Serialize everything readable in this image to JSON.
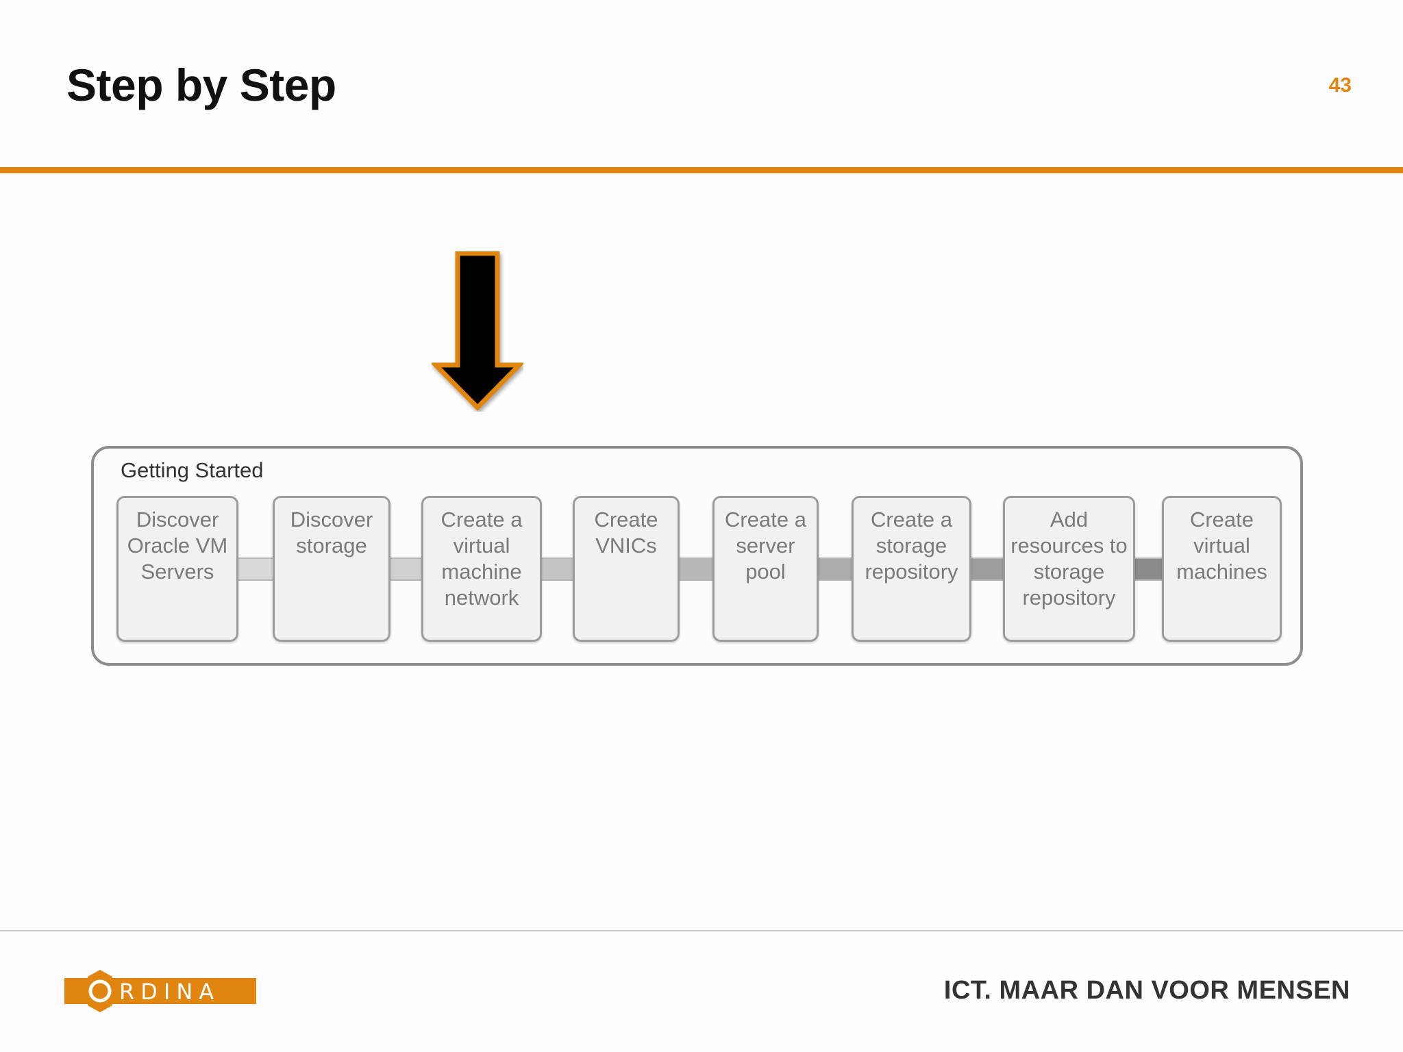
{
  "slide": {
    "title": "Step by Step",
    "page_number": "43"
  },
  "panel": {
    "title": "Getting Started",
    "steps": [
      {
        "label": "Discover\nOracle VM\nServers"
      },
      {
        "label": "Discover\nstorage"
      },
      {
        "label": "Create a\nvirtual\nmachine\nnetwork"
      },
      {
        "label": "Create\nVNICs"
      },
      {
        "label": "Create a\nserver\npool"
      },
      {
        "label": "Create a\nstorage\nrepository"
      },
      {
        "label": "Add\nresources to\nstorage\nrepository"
      },
      {
        "label": "Create\nvirtual\nmachines"
      }
    ],
    "highlighted_step": "Create a\nvirtual\nmachine\nnetwork"
  },
  "footer": {
    "logo_text": "ORDINA",
    "tagline": "ICT. MAAR DAN VOOR MENSEN"
  },
  "colors": {
    "accent": "#e08510",
    "arrow_fill": "#000000",
    "connector_gradient": [
      "#d9d9d9",
      "#d0d0d0",
      "#c4c4c4",
      "#b8b8b8",
      "#acacac",
      "#9d9d9d",
      "#8a8a8a"
    ]
  }
}
